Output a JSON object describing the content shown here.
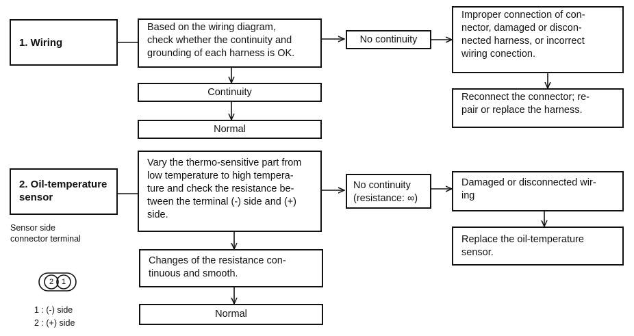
{
  "section1": {
    "label": "1. Wiring",
    "check": "Based on the wiring diagram,\ncheck whether the continuity and\ngrounding of each harness is OK.",
    "ok_result": "Continuity",
    "ok_final": "Normal",
    "ng_result": "No continuity",
    "cause": "Improper connection of con-\nnector, damaged or discon-\nnected harness, or incorrect\nwiring conection.",
    "remedy": "Reconnect the connector; re-\npair or replace the harness."
  },
  "section2": {
    "label": "2. Oil-temperature\nsensor",
    "check": "Vary the thermo-sensitive part from\nlow temperature to high tempera-\nture and check the resistance be-\ntween the terminal (-) side and (+)\nside.",
    "ok_result": "Changes of the resistance con-\ntinuous and smooth.",
    "ok_final": "Normal",
    "ng_result": "No continuity\n(resistance: ∞)",
    "cause": "Damaged or disconnected wir-\ning",
    "remedy": "Replace the oil-temperature\nsensor."
  },
  "connector": {
    "caption": "Sensor side\nconnector terminal",
    "pin_left": "2",
    "pin_right": "1",
    "legend_1": "1 : (-) side",
    "legend_2": "2 : (+) side"
  }
}
